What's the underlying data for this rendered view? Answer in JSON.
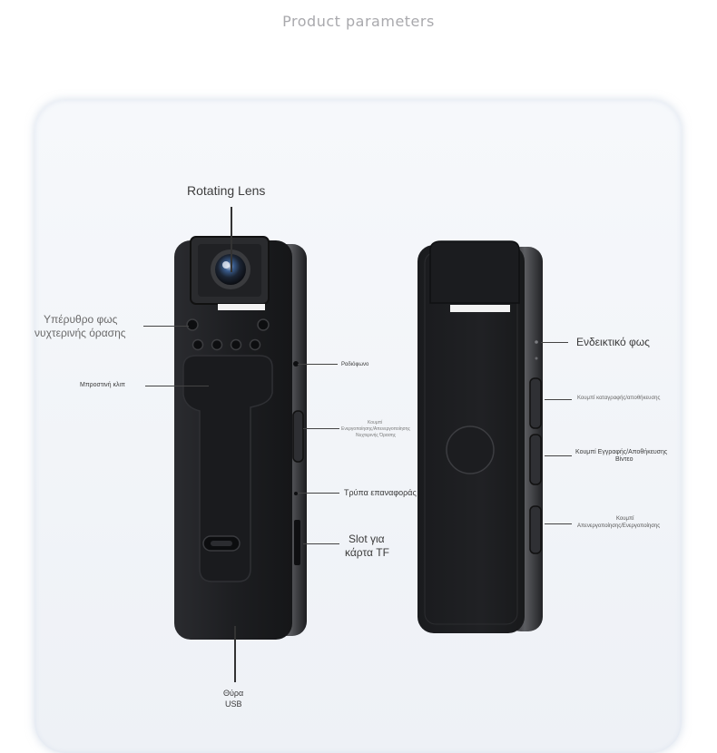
{
  "header": {
    "title": "Product parameters"
  },
  "front_labels": {
    "rotating_lens": "Rotating Lens",
    "night_vision_1": "Υπέρυθρο φως",
    "night_vision_2": "νυχτερινής όρασης",
    "front_clip": "Μπροστινή κλιπ",
    "microphone": "Ραδιόφωνο",
    "ir_switch_1": "Κουμπί",
    "ir_switch_2": "Ενεργοποίησης/Απενεργοποίησης",
    "ir_switch_3": "Νυχτερινής Όρασης",
    "reset_hole": "Τρύπα επαναφοράς",
    "tf_slot_1": "Slot για",
    "tf_slot_2": "κάρτα TF",
    "usb_port_1": "Θύρα",
    "usb_port_2": "USB"
  },
  "back_labels": {
    "indicator": "Ενδεικτικό φως",
    "record_button": "Κουμπί καταγραφής/αποθήκευσης",
    "video_button_1": "Κουμπί Εγγραφής/Αποθήκευσης",
    "video_button_2": "Βίντεο",
    "power_button_1": "Κουμπί",
    "power_button_2": "Απενεργοποίησης/Ενεργοποίησης"
  },
  "colors": {
    "device_body": "#1c1d20",
    "background": "#eef1f6",
    "title": "#a9a9ad"
  }
}
